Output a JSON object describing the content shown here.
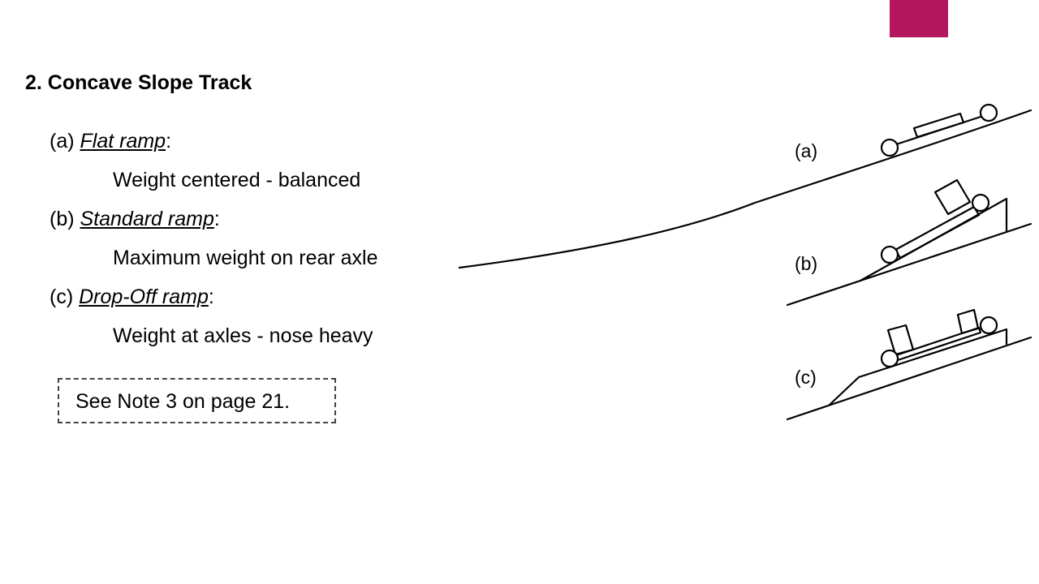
{
  "colors": {
    "accent": "#b5175f",
    "line": "#000000",
    "note_border": "#444444"
  },
  "heading": "2.  Concave Slope Track",
  "items": [
    {
      "marker": "(a) ",
      "name": "Flat ramp",
      "suffix": ":",
      "description": "Weight centered - balanced"
    },
    {
      "marker": "(b) ",
      "name": "Standard ramp",
      "suffix": ":",
      "description": "Maximum weight on rear axle"
    },
    {
      "marker": "(c) ",
      "name": "Drop-Off ramp",
      "suffix": ":",
      "description": "Weight at axles - nose heavy"
    }
  ],
  "note": "See Note 3 on page 21.",
  "diagram": {
    "labels": [
      "(a)",
      "(b)",
      "(c)"
    ]
  }
}
